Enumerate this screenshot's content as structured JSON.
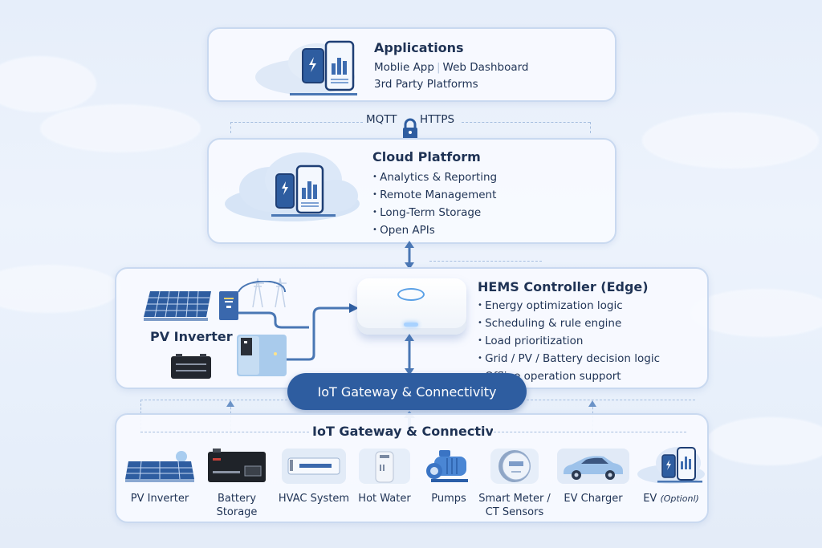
{
  "applications": {
    "title": "Applications",
    "line1_a": "Moblie App",
    "line1_sep": "|",
    "line1_b": "Web Dashboard",
    "line2": "3rd Party Platforms"
  },
  "protocols": {
    "left": "MQTT",
    "right": "HTTPS"
  },
  "cloud": {
    "title": "Cloud Platform",
    "items": [
      "Analytics & Reporting",
      "Remote Management",
      "Long-Term Storage",
      "Open APIs"
    ]
  },
  "hems": {
    "title": "HEMS Controller (Edge)",
    "items": [
      "Energy optimization logic",
      "Scheduling & rule engine",
      "Load prioritization",
      "Grid / PV / Battery decision logic",
      "Offline operation support"
    ],
    "pv_label": "PV Inverter"
  },
  "gateway": {
    "pill_label": "IoT Gateway & Connectivity",
    "section_title": "IoT Gateway & Connectivity"
  },
  "devices": [
    {
      "label": "PV Inverter",
      "icon": "solar-panel-icon"
    },
    {
      "label": "Battery\nStorage",
      "line1": "Battery",
      "line2": "Storage",
      "icon": "battery-icon"
    },
    {
      "label": "HVAC System",
      "icon": "hvac-icon"
    },
    {
      "label": "Hot Water",
      "icon": "water-heater-icon"
    },
    {
      "label": "Pumps",
      "icon": "pump-icon"
    },
    {
      "line1": "Smart Meter /",
      "line2": "CT Sensors",
      "icon": "smart-meter-icon"
    },
    {
      "label": "EV Charger",
      "icon": "ev-car-icon"
    },
    {
      "label": "EV",
      "optional": "(Optionl)",
      "icon": "phone-dashboard-icon"
    }
  ],
  "colors": {
    "accent": "#2e5da0",
    "text": "#1f3355",
    "panel_border": "#c9d9f0",
    "connector": "#4a77b4"
  }
}
